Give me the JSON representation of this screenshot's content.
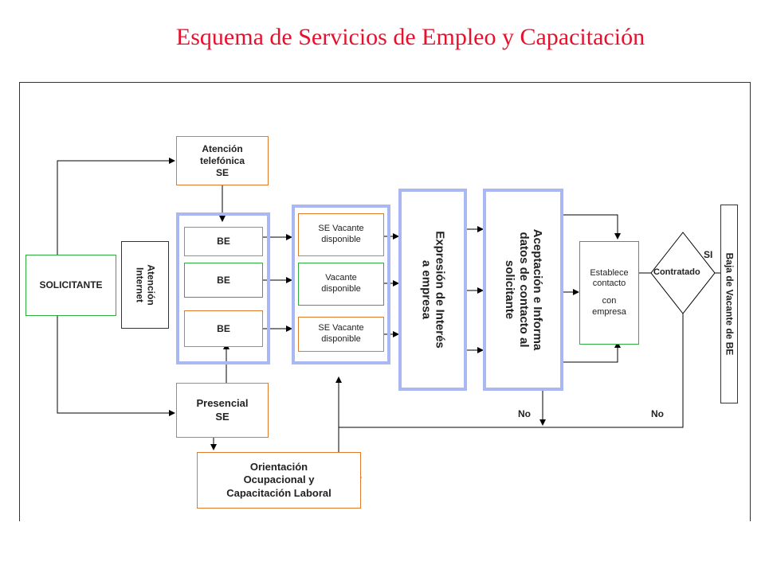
{
  "title": "Esquema de Servicios de Empleo y Capacitación",
  "nodes": {
    "solicitante": "SOLICITANTE",
    "atencion_internet": "Atención Internet",
    "atencion_telefonica": [
      "Atención",
      "telefónica",
      "SE"
    ],
    "presencial": [
      "Presencial",
      "SE"
    ],
    "be": [
      "BE",
      "BE",
      "BE"
    ],
    "vacantes": [
      [
        "SE Vacante",
        "disponible"
      ],
      [
        "Vacante",
        "disponible"
      ],
      [
        "SE Vacante",
        "disponible"
      ]
    ],
    "expresion": [
      "Expresión de Interés",
      "a empresa"
    ],
    "aceptacion": [
      "Aceptación e Informa",
      "datos de contacto al",
      "solicitante"
    ],
    "establece": [
      "Establece",
      "contacto",
      "con",
      "empresa"
    ],
    "contratado": "Contratado",
    "baja": "Baja de Vacante de BE",
    "orientacion": [
      "Orientación",
      "Ocupacional y",
      "Capacitación Laboral"
    ]
  },
  "edge_labels": {
    "si": "SI",
    "no_1": "No",
    "no_2": "No"
  },
  "colors": {
    "title": "#e8112d",
    "orange": "#e07a2a",
    "green": "#2fae3f",
    "group_border": "#a9b8f2"
  }
}
